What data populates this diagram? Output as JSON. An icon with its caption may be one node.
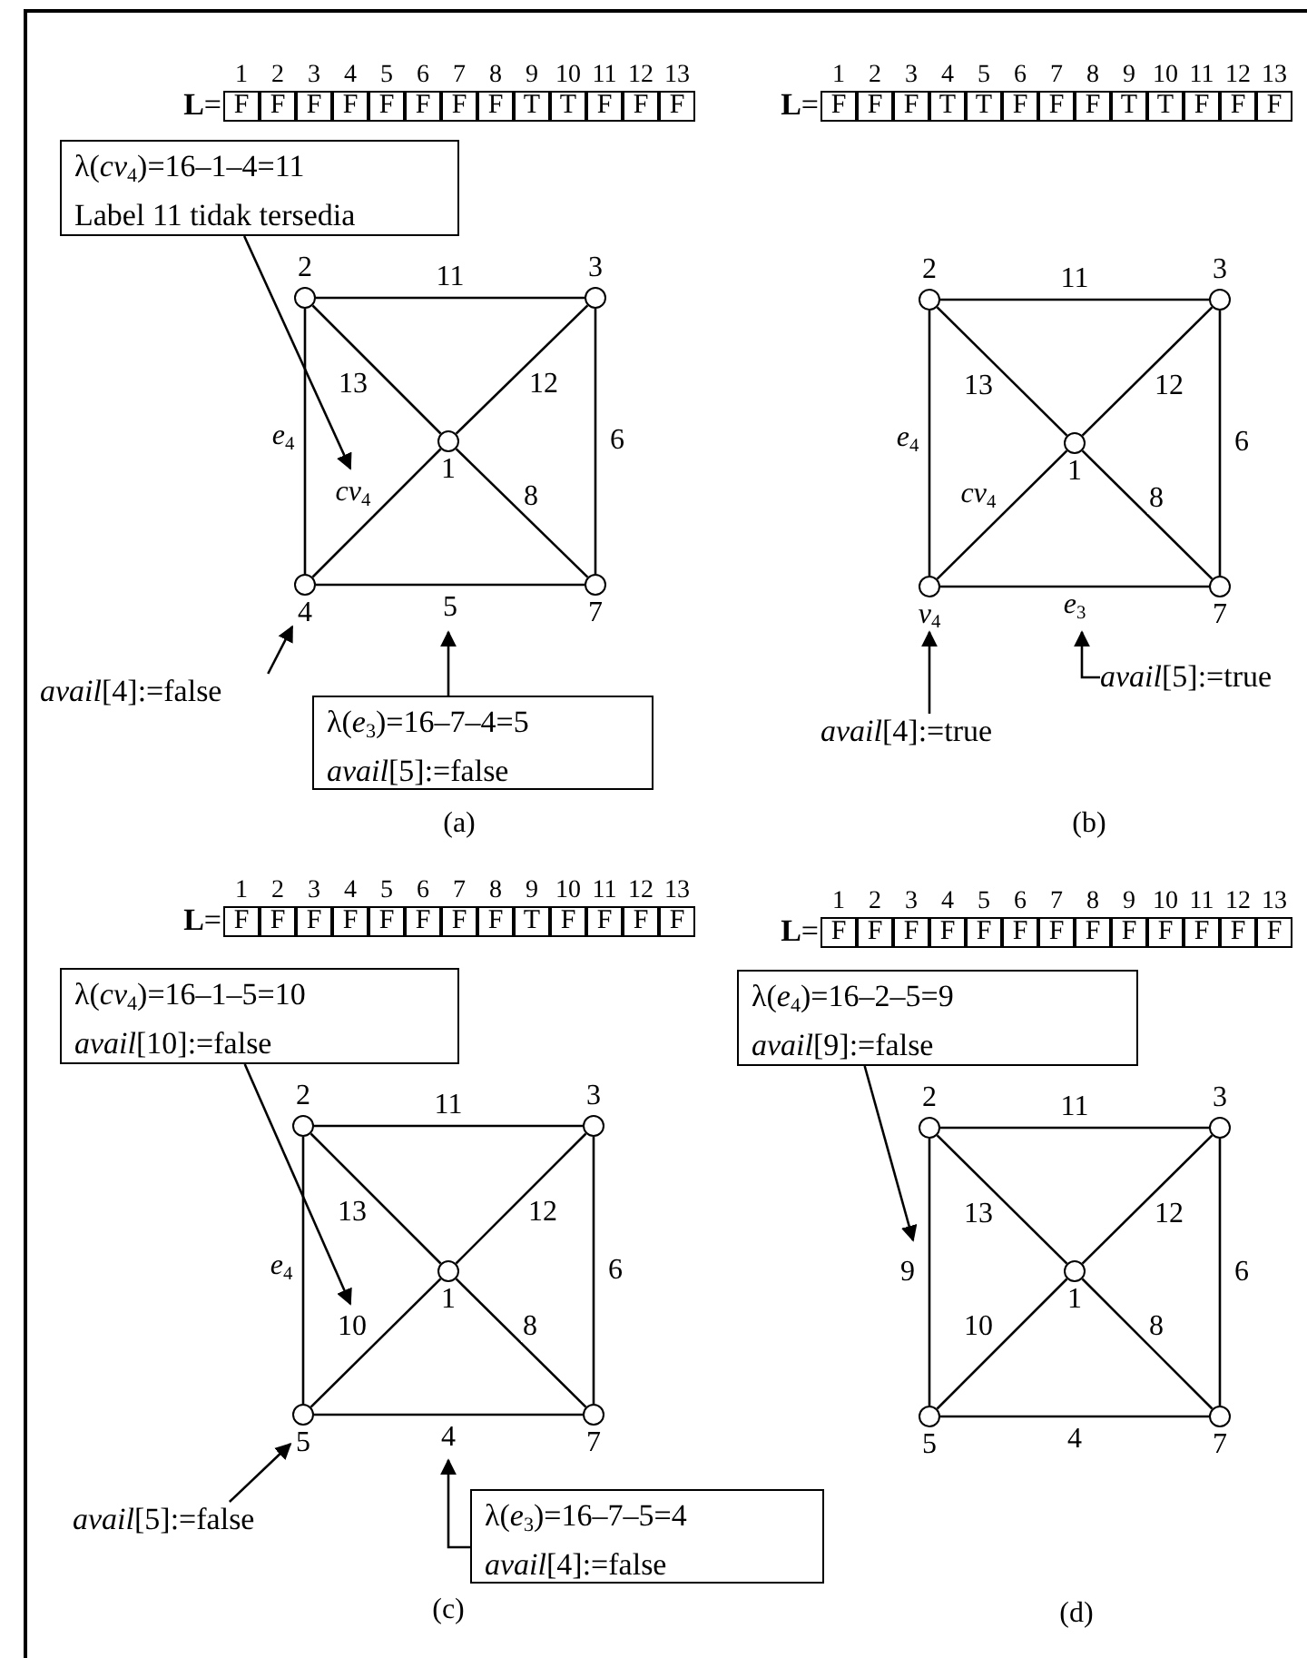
{
  "diagram": {
    "nodes": [
      {
        "text": [
          "λ(*cv*$_{4}$)=16–1–4=11",
          "Label 11 tidak tersedia"
        ]
      },
      {
        "text": [],
        "shape": "circle",
        "beside": [
          "2"
        ]
      },
      {
        "text": [],
        "shape": "circle",
        "beside": [
          "3"
        ]
      },
      {
        "text": [],
        "shape": "circle",
        "beside": [
          "1"
        ]
      },
      {
        "text": [],
        "shape": "circle",
        "beside": [
          "4"
        ]
      },
      {
        "text": [],
        "shape": "circle",
        "beside": [
          "7"
        ]
      },
      {
        "text": [
          "*avail*[4]:=false"
        ]
      },
      {
        "text": [
          "λ(*e*$_{3}$)=16–7–4=5",
          "*avail*[5]:=false"
        ]
      },
      {
        "text": [],
        "shape": "circle",
        "beside": [
          "2"
        ]
      },
      {
        "text": [],
        "shape": "circle",
        "beside": [
          "3"
        ]
      },
      {
        "text": [],
        "shape": "circle",
        "beside": [
          "1"
        ]
      },
      {
        "text": [],
        "shape": "circle",
        "beside": [
          "*v*$_{4}$"
        ]
      },
      {
        "text": [],
        "shape": "circle",
        "beside": [
          "7"
        ]
      },
      {
        "text": [
          "*avail*[5]:=true"
        ]
      },
      {
        "text": [
          "*avail*[4]:=true"
        ]
      },
      {
        "text": [
          "λ(*cv*$_{4}$)=16–1–5=10",
          "*avail*[10]:=false"
        ]
      },
      {
        "text": [],
        "shape": "circle",
        "beside": [
          "2"
        ]
      },
      {
        "text": [],
        "shape": "circle",
        "beside": [
          "3"
        ]
      },
      {
        "text": [],
        "shape": "circle",
        "beside": [
          "1"
        ]
      },
      {
        "text": [],
        "shape": "circle",
        "beside": [
          "5"
        ]
      },
      {
        "text": [],
        "shape": "circle",
        "beside": [
          "7"
        ]
      },
      {
        "text": [
          "*avail*[5]:=false"
        ]
      },
      {
        "text": [
          "λ(*e*$_{3}$)=16–7–5=4",
          "*avail*[4]:=false"
        ]
      },
      {
        "text": [
          "λ(*e*$_{4}$)=16–2–5=9",
          "*avail*[9]:=false"
        ]
      },
      {
        "text": [],
        "shape": "circle",
        "beside": [
          "2"
        ]
      },
      {
        "text": [],
        "shape": "circle",
        "beside": [
          "3"
        ]
      },
      {
        "text": [],
        "shape": "circle",
        "beside": [
          "1"
        ]
      },
      {
        "text": [],
        "shape": "circle",
        "beside": [
          "5"
        ]
      },
      {
        "text": [],
        "shape": "circle",
        "beside": [
          "7"
        ]
      }
    ],
    "edges": [
      {
        "from": 1,
        "to": 2,
        "arrow": "none",
        "label": "11"
      },
      {
        "from": 1,
        "to": 3,
        "arrow": "none",
        "label": "13"
      },
      {
        "from": 2,
        "to": 3,
        "arrow": "none",
        "label": "12"
      },
      {
        "from": 2,
        "to": 5,
        "arrow": "none",
        "label": "6"
      },
      {
        "from": 1,
        "to": 4,
        "arrow": "none",
        "label": "*e*$_{4}$"
      },
      {
        "from": 4,
        "to": 3,
        "arrow": "none",
        "label": "*cv*$_{4}$"
      },
      {
        "from": 3,
        "to": 5,
        "arrow": "none",
        "label": "8"
      },
      {
        "from": 4,
        "to": 5,
        "arrow": "none",
        "label": "5"
      },
      {
        "from": 0,
        "to": null,
        "arrow": "to"
      },
      {
        "from": 6,
        "to": 4,
        "arrow": "to"
      },
      {
        "from": 7,
        "to": null,
        "arrow": "to"
      },
      {
        "from": 8,
        "to": 9,
        "arrow": "none",
        "label": "11"
      },
      {
        "from": 8,
        "to": 10,
        "arrow": "none",
        "label": "13"
      },
      {
        "from": 9,
        "to": 10,
        "arrow": "none",
        "label": "12"
      },
      {
        "from": 9,
        "to": 12,
        "arrow": "none",
        "label": "6"
      },
      {
        "from": 8,
        "to": 11,
        "arrow": "none",
        "label": "*e*$_{4}$"
      },
      {
        "from": 11,
        "to": 10,
        "arrow": "none",
        "label": "*cv*$_{4}$"
      },
      {
        "from": 10,
        "to": 12,
        "arrow": "none",
        "label": "8"
      },
      {
        "from": 11,
        "to": 12,
        "arrow": "none",
        "label": "*e*$_{3}$"
      },
      {
        "from": 13,
        "to": null,
        "arrow": "to"
      },
      {
        "from": 14,
        "to": 11,
        "arrow": "to"
      },
      {
        "from": 16,
        "to": 17,
        "arrow": "none",
        "label": "11"
      },
      {
        "from": 16,
        "to": 18,
        "arrow": "none",
        "label": "13"
      },
      {
        "from": 17,
        "to": 18,
        "arrow": "none",
        "label": "12"
      },
      {
        "from": 17,
        "to": 20,
        "arrow": "none",
        "label": "6"
      },
      {
        "from": 16,
        "to": 19,
        "arrow": "none",
        "label": "*e*$_{4}$"
      },
      {
        "from": 19,
        "to": 18,
        "arrow": "none",
        "label": "10"
      },
      {
        "from": 18,
        "to": 20,
        "arrow": "none",
        "label": "8"
      },
      {
        "from": 19,
        "to": 20,
        "arrow": "none",
        "label": "4"
      },
      {
        "from": 15,
        "to": null,
        "arrow": "to"
      },
      {
        "from": 21,
        "to": 19,
        "arrow": "to"
      },
      {
        "from": 22,
        "to": null,
        "arrow": "to"
      },
      {
        "from": 24,
        "to": 25,
        "arrow": "none",
        "label": "11"
      },
      {
        "from": 24,
        "to": 26,
        "arrow": "none",
        "label": "13"
      },
      {
        "from": 25,
        "to": 26,
        "arrow": "none",
        "label": "12"
      },
      {
        "from": 25,
        "to": 28,
        "arrow": "none",
        "label": "6"
      },
      {
        "from": 24,
        "to": 27,
        "arrow": "none",
        "label": "9"
      },
      {
        "from": 27,
        "to": 26,
        "arrow": "none",
        "label": "10"
      },
      {
        "from": 26,
        "to": 28,
        "arrow": "none",
        "label": "8"
      },
      {
        "from": 27,
        "to": 28,
        "arrow": "none",
        "label": "4"
      },
      {
        "from": 23,
        "to": null,
        "arrow": "to"
      }
    ],
    "labels": [
      "1",
      "2",
      "3",
      "4",
      "5",
      "6",
      "7",
      "8",
      "9",
      "10",
      "11",
      "12",
      "13",
      "**L**=",
      "F",
      "F",
      "F",
      "F",
      "F",
      "F",
      "F",
      "F",
      "T",
      "T",
      "F",
      "F",
      "F",
      "(a)",
      "1",
      "2",
      "3",
      "4",
      "5",
      "6",
      "7",
      "8",
      "9",
      "10",
      "11",
      "12",
      "13",
      "**L**=",
      "F",
      "F",
      "F",
      "T",
      "T",
      "F",
      "F",
      "F",
      "T",
      "T",
      "F",
      "F",
      "F",
      "(b)",
      "1",
      "2",
      "3",
      "4",
      "5",
      "6",
      "7",
      "8",
      "9",
      "10",
      "11",
      "12",
      "13",
      "**L**=",
      "F",
      "F",
      "F",
      "F",
      "F",
      "F",
      "F",
      "F",
      "T",
      "F",
      "F",
      "F",
      "F",
      "(c)",
      "1",
      "2",
      "3",
      "4",
      "5",
      "6",
      "7",
      "8",
      "9",
      "10",
      "11",
      "12",
      "13",
      "**L**=",
      "F",
      "F",
      "F",
      "F",
      "F",
      "F",
      "F",
      "F",
      "F",
      "F",
      "F",
      "F",
      "F",
      "(d)"
    ]
  }
}
